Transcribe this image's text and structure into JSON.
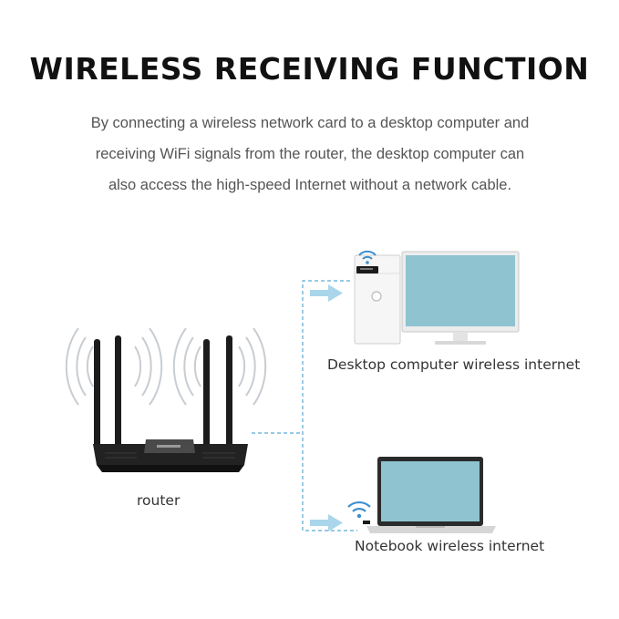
{
  "title": "WIRELESS RECEIVING FUNCTION",
  "description": [
    "By connecting a wireless network card to a desktop computer and",
    "receiving WiFi signals from the router, the desktop computer can",
    "also access the high-speed Internet without a network cable."
  ],
  "labels": {
    "router": "router",
    "desktop": "Desktop computer wireless internet",
    "notebook": "Notebook wireless internet"
  },
  "colors": {
    "accent": "#5aa9d6",
    "screen": "#8ec3cf",
    "device_dark": "#1c1c1c",
    "wifi_wave": "#c8cdd2"
  },
  "icons": [
    "router-icon",
    "desktop-computer-icon",
    "monitor-icon",
    "wireless-adapter-icon",
    "laptop-icon",
    "wifi-icon",
    "arrow-right-icon"
  ]
}
